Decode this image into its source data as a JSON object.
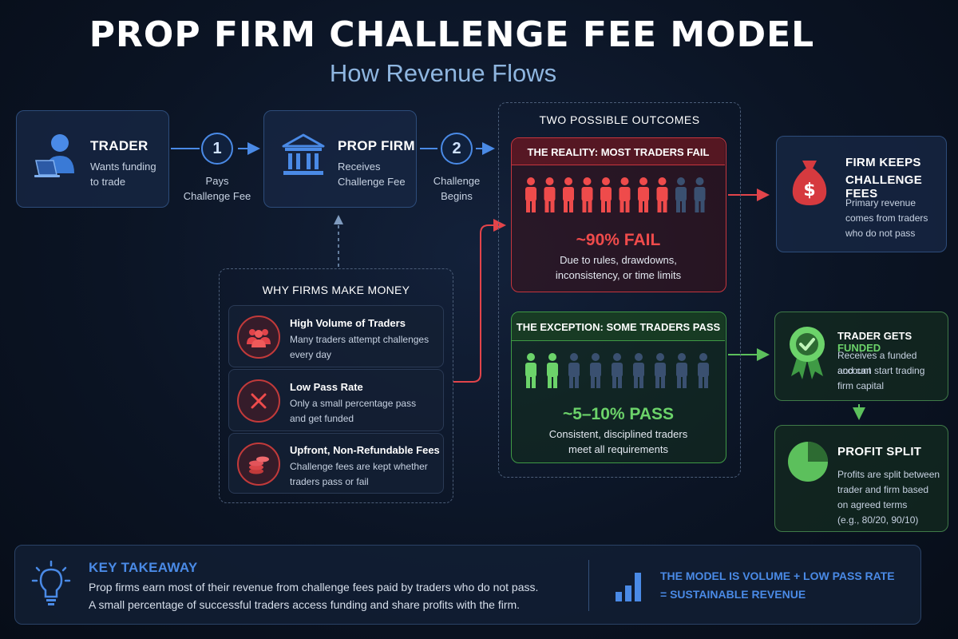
{
  "header": {
    "title": "PROP FIRM CHALLENGE FEE MODEL",
    "subtitle": "How Revenue Flows"
  },
  "trader": {
    "title": "TRADER",
    "desc_1": "Wants funding",
    "desc_2": "to trade"
  },
  "step1": {
    "number": "1",
    "label_1": "Pays",
    "label_2": "Challenge Fee"
  },
  "firm": {
    "title": "PROP FIRM",
    "desc_1": "Receives",
    "desc_2": "Challenge Fee"
  },
  "step2": {
    "number": "2",
    "label_1": "Challenge",
    "label_2": "Begins"
  },
  "outcomes": {
    "title": "TWO POSSIBLE OUTCOMES"
  },
  "fail": {
    "header": "THE REALITY: MOST TRADERS FAIL",
    "stat": "~90% FAIL",
    "desc_1": "Due to rules, drawdowns,",
    "desc_2": "inconsistency, or time limits"
  },
  "pass": {
    "header": "THE EXCEPTION: SOME TRADERS PASS",
    "stat": "~5–10% PASS",
    "desc_1": "Consistent, disciplined traders",
    "desc_2": "meet all requirements"
  },
  "keeps": {
    "title_1": "FIRM KEEPS",
    "title_2": "CHALLENGE FEES",
    "desc_1": "Primary revenue",
    "desc_2": "comes from traders",
    "desc_3": "who do not pass"
  },
  "funded": {
    "title_a": "TRADER GETS ",
    "title_b": "FUNDED",
    "desc_1": "Receives a funded account",
    "desc_2": "and can start trading",
    "desc_3": "firm capital"
  },
  "split": {
    "title": "PROFIT SPLIT",
    "desc_1": "Profits are split between",
    "desc_2": "trader and firm based",
    "desc_3": "on agreed terms",
    "desc_4": "(e.g., 80/20, 90/10)"
  },
  "why": {
    "title": "WHY FIRMS MAKE MONEY",
    "items": [
      {
        "title": "High Volume of Traders",
        "text_1": "Many traders attempt challenges",
        "text_2": "every day",
        "icon": "group-icon"
      },
      {
        "title": "Low Pass Rate",
        "text_1": "Only a small percentage pass",
        "text_2": "and get funded",
        "icon": "x-icon"
      },
      {
        "title": "Upfront, Non-Refundable Fees",
        "text_1": "Challenge fees are kept whether",
        "text_2": "traders pass or fail",
        "icon": "coins-icon"
      }
    ]
  },
  "takeaway": {
    "title": "KEY TAKEAWAY",
    "text_1": "Prop firms earn most of their revenue from challenge fees paid by traders who do not pass.",
    "text_2": "A small percentage of successful traders access funding and share profits with the firm.",
    "model_1": "THE MODEL IS VOLUME + LOW PASS RATE",
    "model_2": "= SUSTAINABLE REVENUE"
  },
  "colors": {
    "accent_blue": "#4a8ae6",
    "fail_red": "#ef4b4b",
    "pass_green": "#6cd36a",
    "person_inactive": "#3a5070"
  },
  "people": {
    "fail_red_count": 8,
    "fail_total": 10,
    "pass_green_count": 2,
    "pass_total": 9
  }
}
